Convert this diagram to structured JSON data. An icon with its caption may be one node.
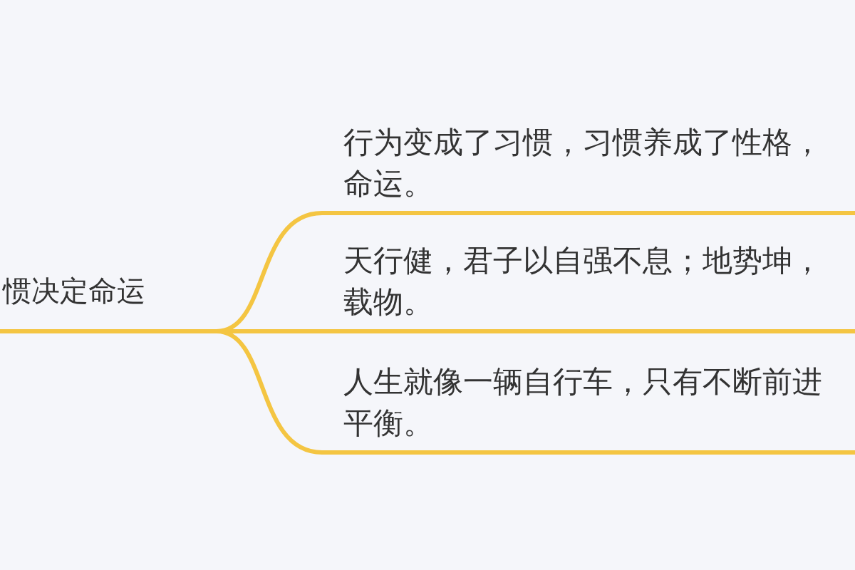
{
  "diagram": {
    "nodes": [
      {
        "text": [
          "惯决定命运"
        ]
      },
      {
        "text": [
          "行为变成了习惯，习惯养成了性格，命运。"
        ]
      },
      {
        "text": [
          "天行健，君子以自强不息；地势坤，载物。"
        ]
      },
      {
        "text": [
          "人生就像一辆自行车，只有不断前进平衡。"
        ]
      }
    ],
    "edges": [
      {
        "from": 0,
        "to": 1,
        "arrow": "none",
        "color": "#f4c542"
      },
      {
        "from": 0,
        "to": 2,
        "arrow": "none",
        "color": "#f4c542"
      },
      {
        "from": 0,
        "to": 3,
        "arrow": "none",
        "color": "#f4c542"
      }
    ]
  }
}
